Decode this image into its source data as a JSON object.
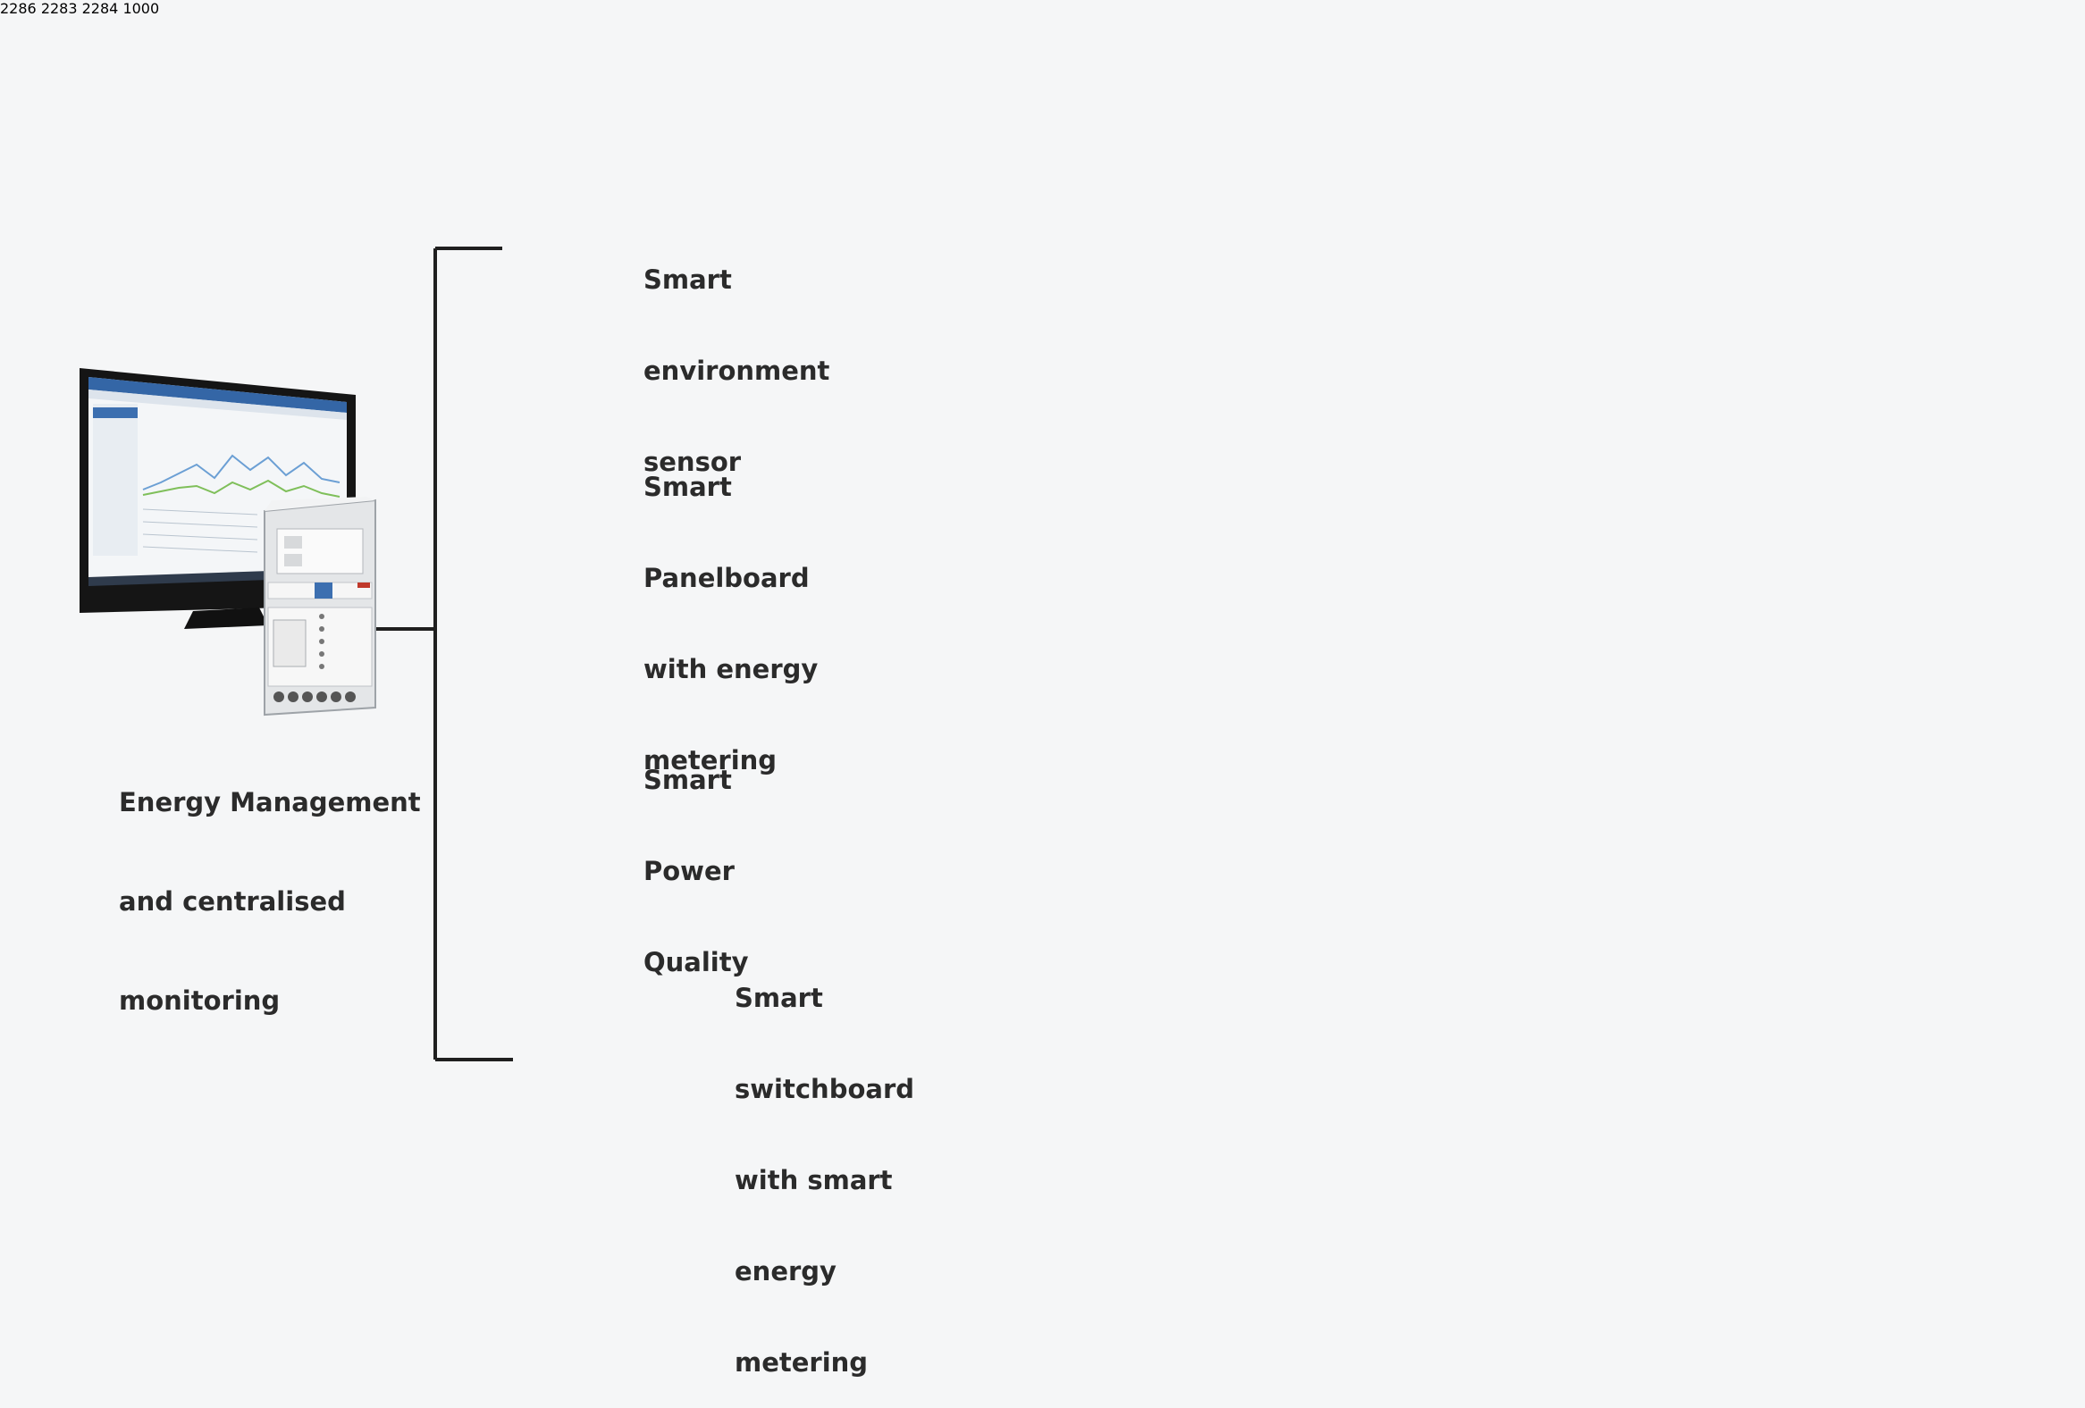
{
  "center": {
    "label_lines": [
      "Energy Management",
      "and centralised",
      "monitoring"
    ]
  },
  "devices": [
    {
      "id": "environment-sensor",
      "label_lines": [
        "Smart",
        "environment",
        "sensor"
      ]
    },
    {
      "id": "panelboard",
      "label_lines": [
        "Smart",
        "Panelboard",
        "with energy",
        "metering"
      ]
    },
    {
      "id": "power-quality",
      "label_lines": [
        "Smart",
        "Power",
        "Quality"
      ]
    },
    {
      "id": "switchboard",
      "label_lines": [
        "Smart",
        "switchboard",
        "with smart",
        "energy",
        "metering"
      ]
    }
  ],
  "meter_readings": [
    "2286",
    "2283",
    "2284",
    "1000"
  ],
  "colors": {
    "connector": "#1f1f1f",
    "callout": "#123a6b",
    "floor": "#9a9ea3",
    "wall": "#d5dadd",
    "glass": "#c9e3ee",
    "facade": "#1d6e7c",
    "orange": "#e98a24",
    "bus": "#f2df30"
  }
}
